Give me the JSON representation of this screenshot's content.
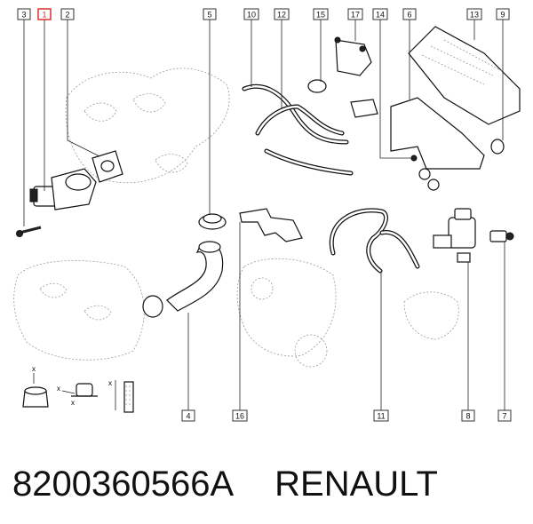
{
  "callouts": [
    {
      "id": "c3",
      "label": "3"
    },
    {
      "id": "c1",
      "label": "1",
      "highlighted": true
    },
    {
      "id": "c2",
      "label": "2"
    },
    {
      "id": "c5",
      "label": "5"
    },
    {
      "id": "c10",
      "label": "10"
    },
    {
      "id": "c12",
      "label": "12"
    },
    {
      "id": "c15",
      "label": "15"
    },
    {
      "id": "c17",
      "label": "17"
    },
    {
      "id": "c14",
      "label": "14"
    },
    {
      "id": "c6",
      "label": "6"
    },
    {
      "id": "c13",
      "label": "13"
    },
    {
      "id": "c9",
      "label": "9"
    },
    {
      "id": "c4",
      "label": "4"
    },
    {
      "id": "c16",
      "label": "16"
    },
    {
      "id": "c11",
      "label": "11"
    },
    {
      "id": "c8",
      "label": "8"
    },
    {
      "id": "c7",
      "label": "7"
    }
  ],
  "legend_marks": [
    "x",
    "x",
    "x",
    "x"
  ],
  "colors": {
    "highlight": "#d9302c",
    "line": "#111111",
    "ghost": "#9a9a9a"
  },
  "footer": {
    "part_number": "8200360566A",
    "brand": "RENAULT"
  }
}
